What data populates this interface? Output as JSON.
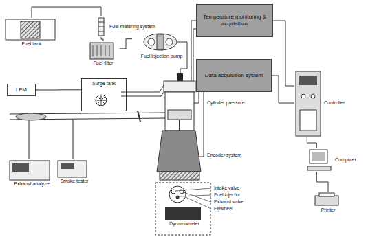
{
  "diagram": {
    "nodes": [
      {
        "text": [
          "Fuel tank"
        ]
      },
      {
        "text": [
          "Fuel metering system"
        ]
      },
      {
        "text": [
          "Fuel filter"
        ]
      },
      {
        "text": [
          "Fuel injection pump"
        ]
      },
      {
        "text": [
          "Temperature monitoring & acquisition"
        ]
      },
      {
        "text": [
          "Data acquisition system"
        ]
      },
      {
        "text": [
          "LFM"
        ]
      },
      {
        "text": [
          "Surge tank"
        ]
      },
      {
        "text": [
          "Controller"
        ]
      },
      {
        "text": [
          "Computer"
        ]
      },
      {
        "text": [
          "Printer"
        ]
      },
      {
        "text": [
          "Exhaust analyzer"
        ]
      },
      {
        "text": [
          "Smoke tester"
        ]
      },
      {
        "text": [
          "Dynamometer"
        ]
      }
    ],
    "edges": [
      {
        "from": 0,
        "to": 1,
        "arrow": "none"
      },
      {
        "from": 1,
        "to": 2,
        "arrow": "none"
      },
      {
        "from": 2,
        "to": 3,
        "arrow": "none"
      },
      {
        "from": 6,
        "to": 7,
        "arrow": "none"
      },
      {
        "from": 4,
        "to": 8,
        "arrow": "none"
      },
      {
        "from": 5,
        "to": 8,
        "arrow": "none"
      },
      {
        "from": 8,
        "to": 9,
        "arrow": "none"
      },
      {
        "from": 9,
        "to": 10,
        "arrow": "none"
      }
    ],
    "labels": [
      "Cylinder pressure",
      "Encoder system",
      "Intake valve",
      "Fuel injector",
      "Exhaust valve",
      "Flywheel"
    ]
  }
}
